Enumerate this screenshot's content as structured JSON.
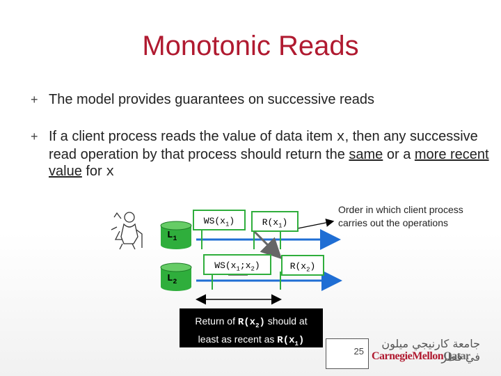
{
  "slide": {
    "title": "Monotonic Reads",
    "bullet_marker": "+",
    "bullet1": "The model provides guarantees on successive reads",
    "bullet2": {
      "part1": "If a client process reads the value of data item ",
      "var_x": "x",
      "part2": ", then any successive read operation by that process should return the ",
      "same": "same",
      "part3": " or a ",
      "more_recent": "more recent value",
      "part4": " for ",
      "var_x2": "x"
    }
  },
  "diagram": {
    "L1": {
      "base": "L",
      "sub": "1"
    },
    "L2": {
      "base": "L",
      "sub": "2"
    },
    "ops": {
      "ws_x1": {
        "pre": "WS(x",
        "sub": "1",
        "post": ")"
      },
      "r_x1": {
        "pre": "R(x",
        "sub": "1",
        "post": ")"
      },
      "ws_x1x2": {
        "pre": "WS(x",
        "sub1": "1",
        "mid": ";x",
        "sub2": "2",
        "post": ")"
      },
      "r_x2": {
        "pre": "R(x",
        "sub": "2",
        "post": ")"
      }
    },
    "order_note": "Order in which client process carries out the operations",
    "note": {
      "l1a": "Return of ",
      "r_pre": "R(x",
      "r_sub": "2",
      "r_post": ")",
      "l1b": " should at",
      "l2a": "least as recent as ",
      "r2_pre": "R(x",
      "r2_sub": "1",
      "r2_post": ")"
    },
    "colors": {
      "timeline": "#1f6ed4",
      "box_border": "#2fae3c",
      "disk": "#2fae3c"
    }
  },
  "footer": {
    "page_number": "25",
    "logo_en_1": "Carnegie",
    "logo_en_2": "Mellon",
    "logo_en_3": "Qatar",
    "logo_ar": "جامعة كارنيجي ميلون في قطر"
  }
}
